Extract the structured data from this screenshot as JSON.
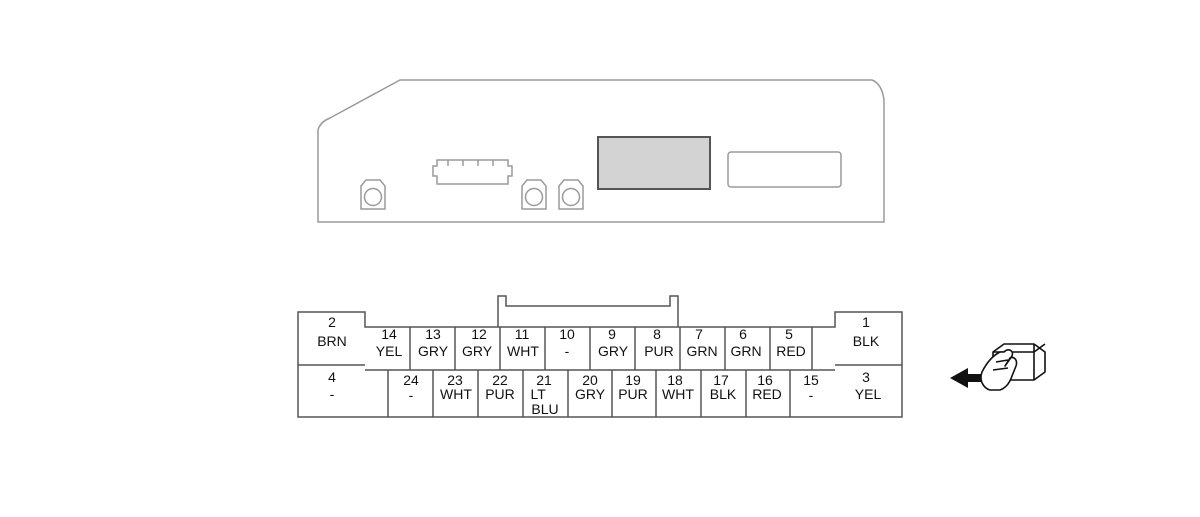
{
  "colors": {
    "outline": "#555555",
    "component_outline": "#9a9a9a",
    "display_fill": "#d3d3d3",
    "text": "#111111"
  },
  "icons": {
    "component": "ecu-housing-outline",
    "view_indicator": "hand-pointing-connector-icon"
  },
  "connector": {
    "pins": [
      {
        "number": "1",
        "color": "BLK"
      },
      {
        "number": "2",
        "color": "BRN"
      },
      {
        "number": "3",
        "color": "YEL"
      },
      {
        "number": "4",
        "color": "-"
      },
      {
        "number": "5",
        "color": "RED"
      },
      {
        "number": "6",
        "color": "GRN"
      },
      {
        "number": "7",
        "color": "GRN"
      },
      {
        "number": "8",
        "color": "PUR"
      },
      {
        "number": "9",
        "color": "GRY"
      },
      {
        "number": "10",
        "color": "-"
      },
      {
        "number": "11",
        "color": "WHT"
      },
      {
        "number": "12",
        "color": "GRY"
      },
      {
        "number": "13",
        "color": "GRY"
      },
      {
        "number": "14",
        "color": "YEL"
      },
      {
        "number": "15",
        "color": "-"
      },
      {
        "number": "16",
        "color": "RED"
      },
      {
        "number": "17",
        "color": "BLK"
      },
      {
        "number": "18",
        "color": "WHT"
      },
      {
        "number": "19",
        "color": "PUR"
      },
      {
        "number": "20",
        "color": "GRY"
      },
      {
        "number": "21",
        "color": "LT BLU"
      },
      {
        "number": "22",
        "color": "PUR"
      },
      {
        "number": "23",
        "color": "WHT"
      },
      {
        "number": "24",
        "color": "-"
      }
    ]
  }
}
